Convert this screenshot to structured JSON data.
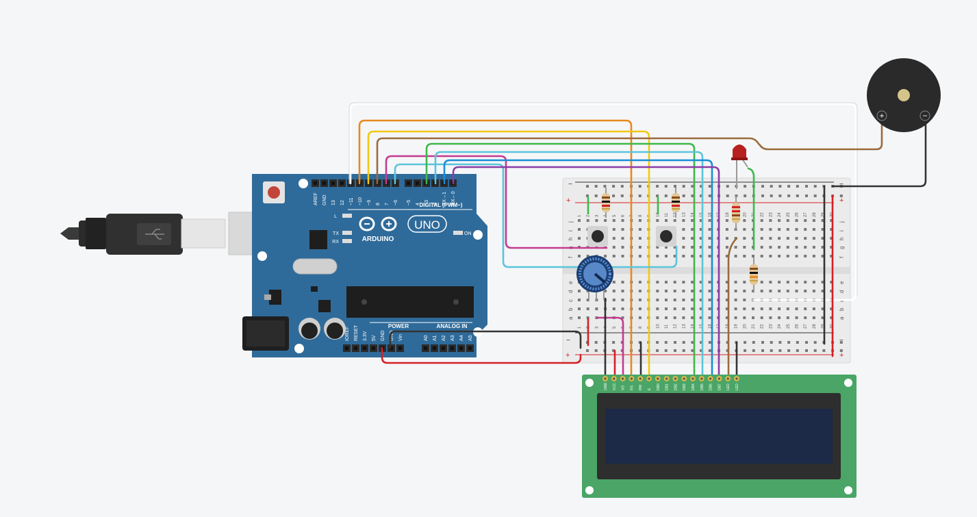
{
  "arduino": {
    "brand": "ARDUINO",
    "model": "UNO",
    "digital_header": "DIGITAL (PWM~)",
    "power_header": "POWER",
    "analog_header": "ANALOG IN",
    "on_label": "ON",
    "led_labels": [
      "L",
      "TX",
      "RX"
    ],
    "top_pins": [
      "AREF",
      "GND",
      "13",
      "12",
      "~11",
      "~10",
      "~9",
      "8",
      "7",
      "~6",
      "~5",
      "4",
      "~3",
      "2",
      "TX→1",
      "RX←0"
    ],
    "power_pins": [
      "IOREF",
      "RESET",
      "3.3V",
      "5V",
      "GND",
      "GND",
      "Vin"
    ],
    "analog_pins": [
      "A0",
      "A1",
      "A2",
      "A3",
      "A4",
      "A5"
    ]
  },
  "breadboard": {
    "rows_left": [
      "j",
      "i",
      "h",
      "g",
      "f"
    ],
    "rows_right": [
      "e",
      "d",
      "c",
      "b",
      "a"
    ],
    "columns": [
      "1",
      "2",
      "3",
      "4",
      "5",
      "6",
      "7",
      "8",
      "9",
      "10",
      "11",
      "12",
      "13",
      "14",
      "15",
      "16",
      "17",
      "18",
      "19",
      "20",
      "21",
      "22",
      "23",
      "24",
      "25",
      "26",
      "27",
      "28",
      "29",
      "30"
    ],
    "plus": "+",
    "minus": "−"
  },
  "lcd": {
    "pins": [
      "GND",
      "VCC",
      "VO",
      "RS",
      "RW",
      "E",
      "DB0",
      "DB1",
      "DB2",
      "DB3",
      "DB4",
      "DB5",
      "DB6",
      "DB7",
      "LED",
      "LED"
    ]
  },
  "buzzer": {
    "plus": "+",
    "minus": "−"
  },
  "colors": {
    "background": "#f5f6f8",
    "board": "#2f6b9a",
    "breadboard": "#ebebeb",
    "lcd_pcb": "#4aa566",
    "lcd_screen": "#1c2a47",
    "wire_orange": "#e8891c",
    "wire_yellow": "#f2c811",
    "wire_brown": "#9b6a3c",
    "wire_green": "#3db84a",
    "wire_cyan": "#5bc4dc",
    "wire_blue": "#1a8ed6",
    "wire_purple": "#8b3ba8",
    "wire_magenta": "#c43a8f",
    "wire_red": "#d42026",
    "wire_black": "#333333",
    "wire_white": "#ffffff"
  },
  "icons": [
    "usb-plug-icon",
    "usb-symbol-icon",
    "arduino-logo-icon",
    "potentiometer-icon",
    "pushbutton-icon",
    "resistor-icon",
    "led-icon",
    "buzzer-icon"
  ]
}
